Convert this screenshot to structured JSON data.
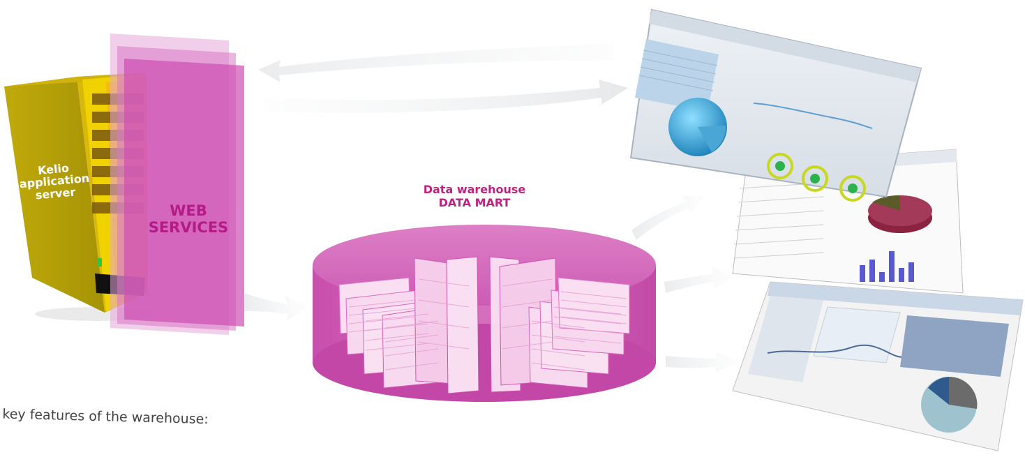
{
  "server": {
    "label": "Kelio\napplication\nserver"
  },
  "web_services": {
    "label": "WEB\nSERVICES"
  },
  "data_warehouse": {
    "label": "Data warehouse\nDATA MART"
  },
  "features_note": {
    "text": "e key features of the warehouse:"
  },
  "colors": {
    "magenta": "#cf4fb2",
    "server_gold": "#b29f09",
    "label_pink": "#b41b86",
    "arrow_grey": "#e3e6e8"
  }
}
